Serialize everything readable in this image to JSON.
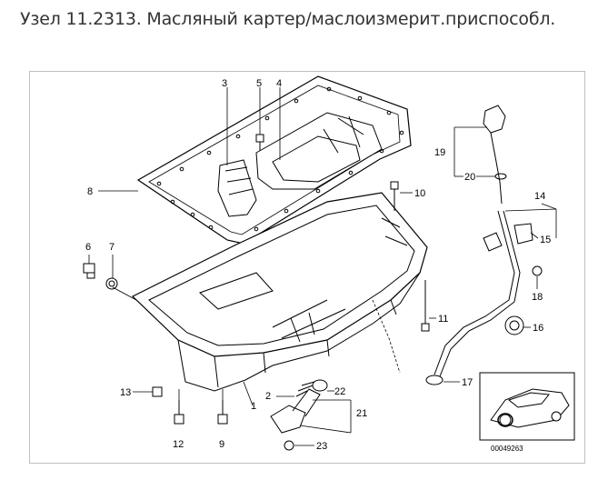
{
  "title": "Узел 11.2313. Масляный картер/маслоизмерит.приспособл.",
  "diagram": {
    "ref_number": "00049263",
    "callouts": [
      {
        "id": "c1",
        "label": "1"
      },
      {
        "id": "c2",
        "label": "2"
      },
      {
        "id": "c3",
        "label": "3"
      },
      {
        "id": "c4",
        "label": "4"
      },
      {
        "id": "c5",
        "label": "5"
      },
      {
        "id": "c6",
        "label": "6"
      },
      {
        "id": "c7",
        "label": "7"
      },
      {
        "id": "c8",
        "label": "8"
      },
      {
        "id": "c9",
        "label": "9"
      },
      {
        "id": "c10",
        "label": "10"
      },
      {
        "id": "c11",
        "label": "11"
      },
      {
        "id": "c12",
        "label": "12"
      },
      {
        "id": "c13",
        "label": "13"
      },
      {
        "id": "c14",
        "label": "14"
      },
      {
        "id": "c15",
        "label": "15"
      },
      {
        "id": "c16",
        "label": "16"
      },
      {
        "id": "c17",
        "label": "17"
      },
      {
        "id": "c18",
        "label": "18"
      },
      {
        "id": "c19",
        "label": "19"
      },
      {
        "id": "c20",
        "label": "20"
      },
      {
        "id": "c21",
        "label": "21"
      },
      {
        "id": "c22",
        "label": "22"
      },
      {
        "id": "c23",
        "label": "23"
      }
    ]
  }
}
